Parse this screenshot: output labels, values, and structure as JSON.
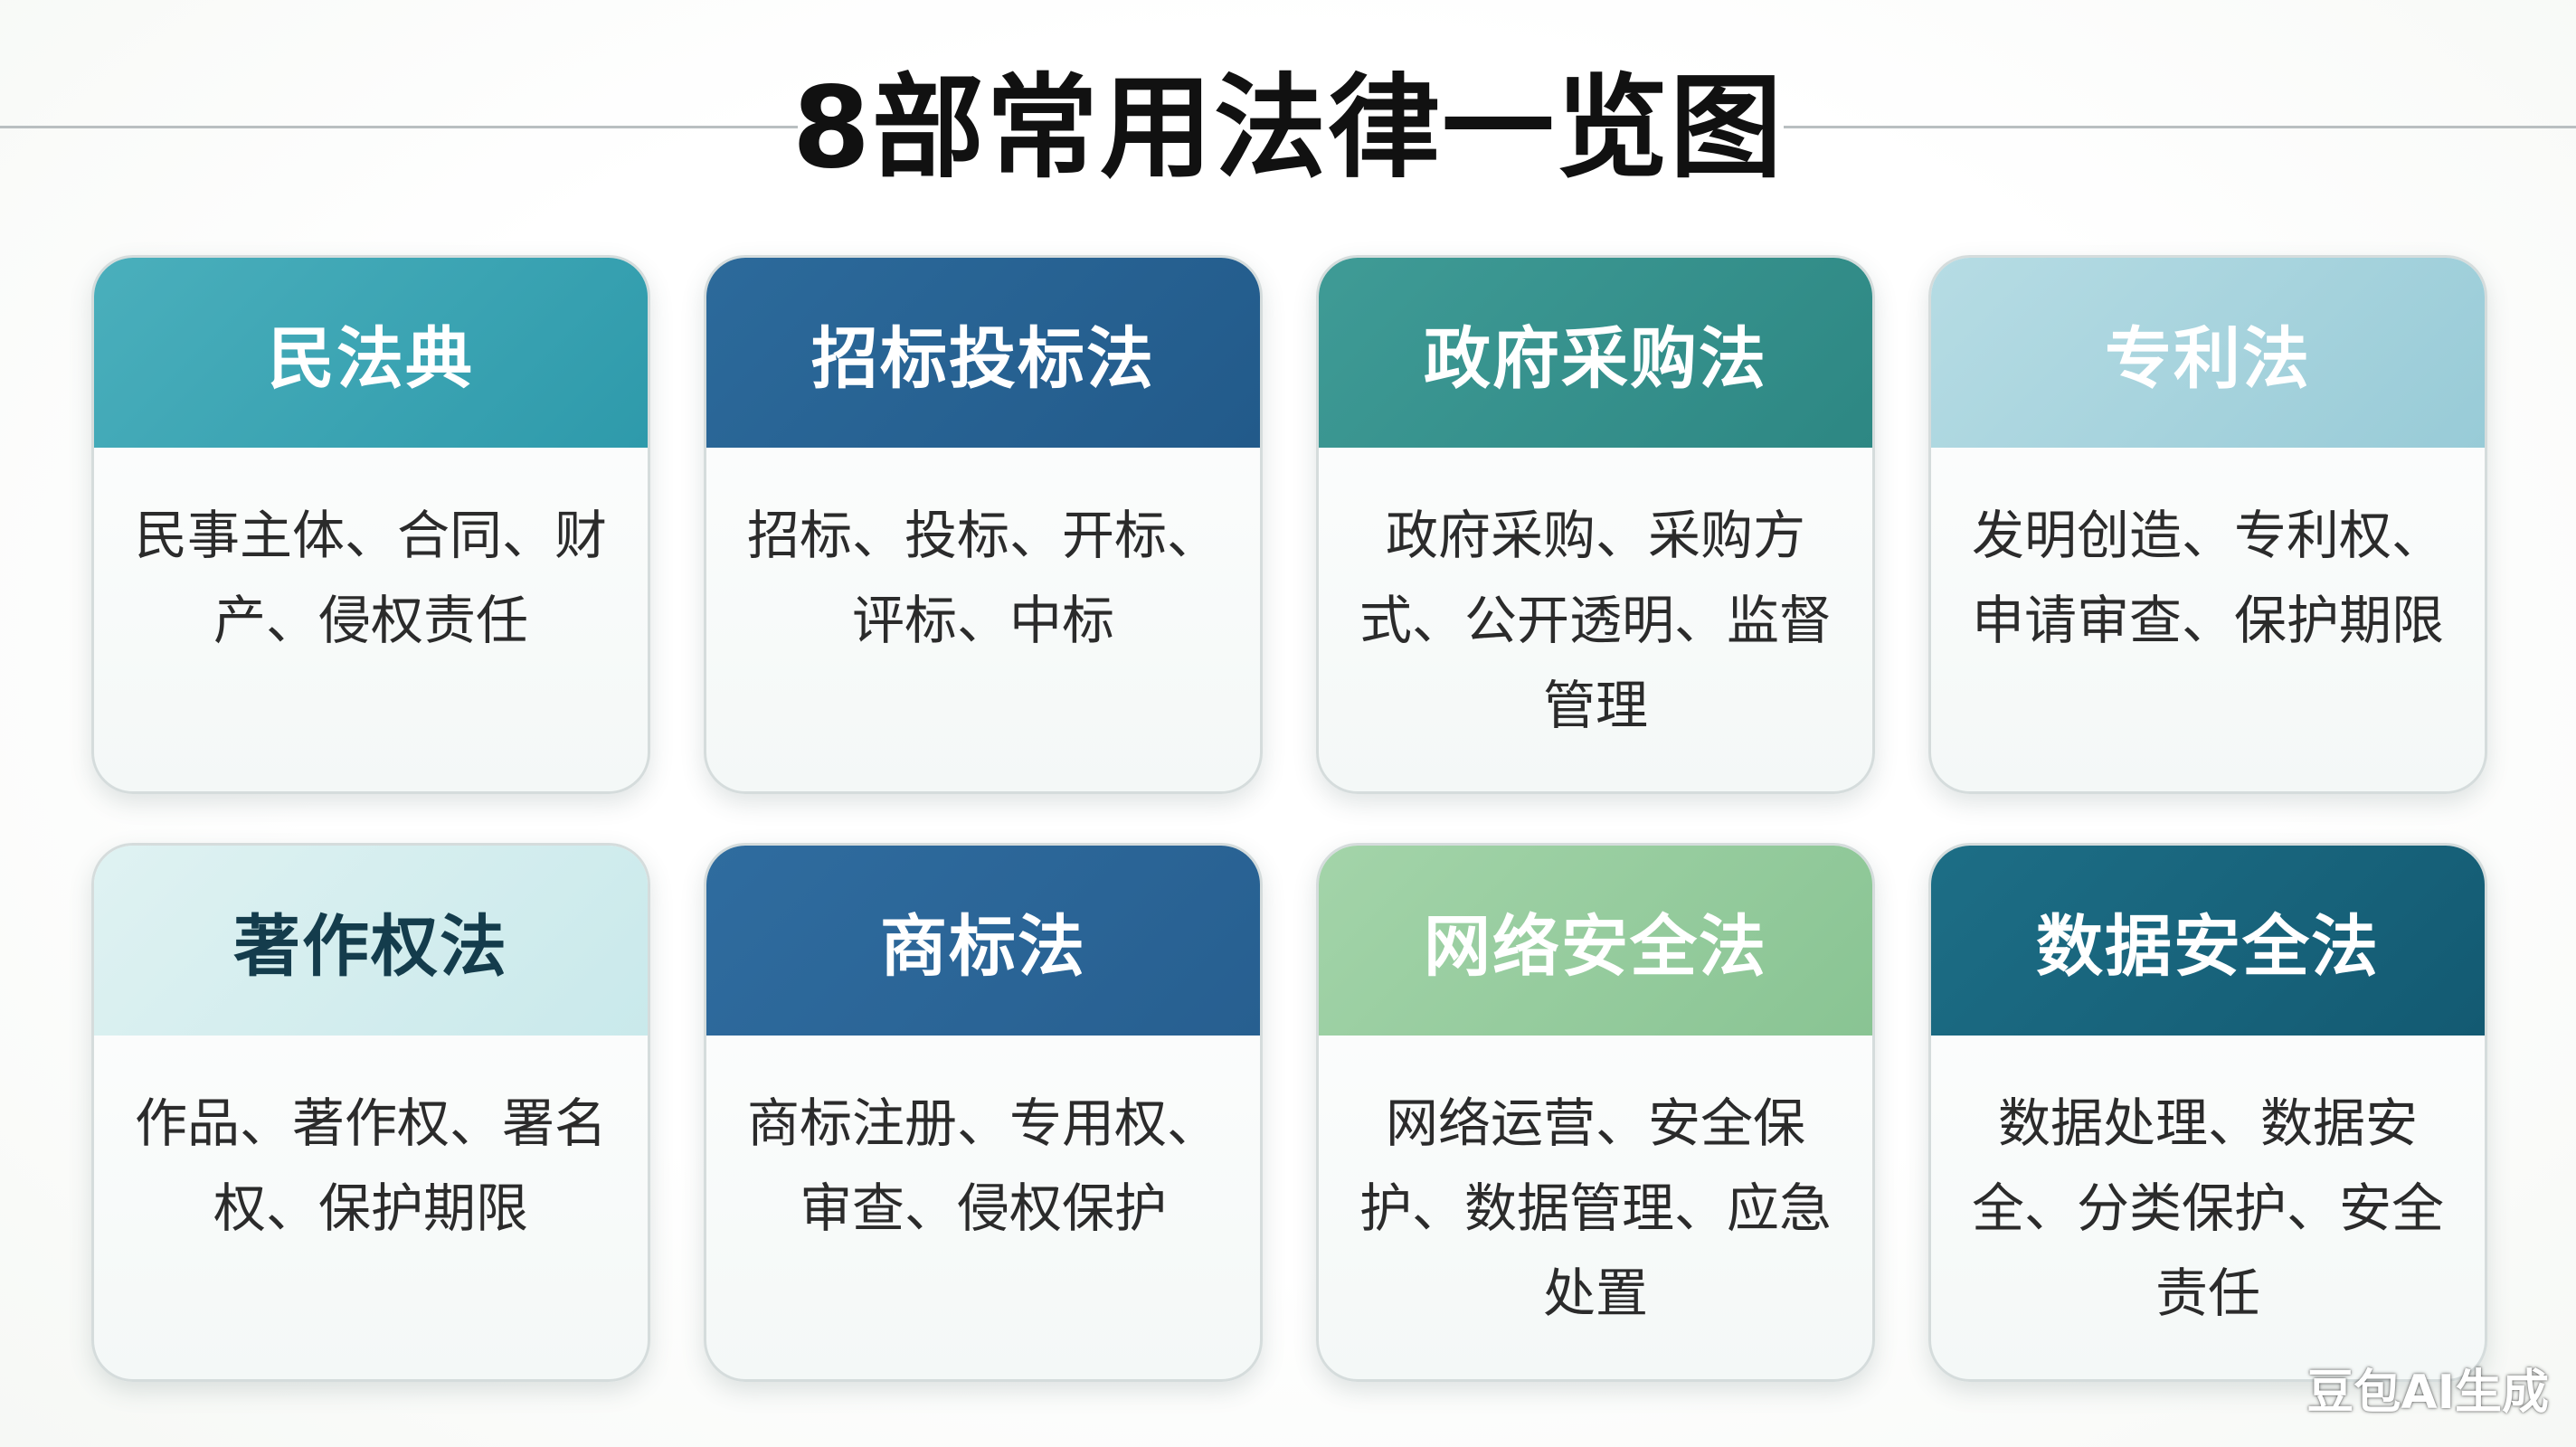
{
  "title": "8部常用法律一览图",
  "cards": [
    {
      "title": "民法典",
      "desc": "民事主体、合同、财产、侵权责任",
      "head_from": "#4aafbc",
      "head_to": "#2e9aab",
      "head_text": "#ffffff"
    },
    {
      "title": "招标投标法",
      "desc": "招标、投标、开标、评标、中标",
      "head_from": "#2c6a9b",
      "head_to": "#225a8a",
      "head_text": "#ffffff"
    },
    {
      "title": "政府采购法",
      "desc": "政府采购、采购方式、公开透明、监督管理",
      "head_from": "#3f9b96",
      "head_to": "#2d8783",
      "head_text": "#ffffff"
    },
    {
      "title": "专利法",
      "desc": "发明创造、专利权、申请审查、保护期限",
      "head_from": "#b6dce4",
      "head_to": "#98cbd7",
      "head_text": "#ffffff"
    },
    {
      "title": "著作权法",
      "desc": "作品、著作权、署名权、保护期限",
      "head_from": "#dff2f2",
      "head_to": "#c9e9eb",
      "head_text": "#143c4c"
    },
    {
      "title": "商标法",
      "desc": "商标注册、专用权、审查、侵权保护",
      "head_from": "#2f6c9f",
      "head_to": "#275f90",
      "head_text": "#ffffff"
    },
    {
      "title": "网络安全法",
      "desc": "网络运营、安全保护、数据管理、应急处置",
      "head_from": "#a3d4a9",
      "head_to": "#89c493",
      "head_text": "#ffffff"
    },
    {
      "title": "数据安全法",
      "desc": "数据处理、数据安全、分类保护、安全责任",
      "head_from": "#1d6e86",
      "head_to": "#135a72",
      "head_text": "#ffffff"
    }
  ],
  "watermark": "豆包AI生成"
}
